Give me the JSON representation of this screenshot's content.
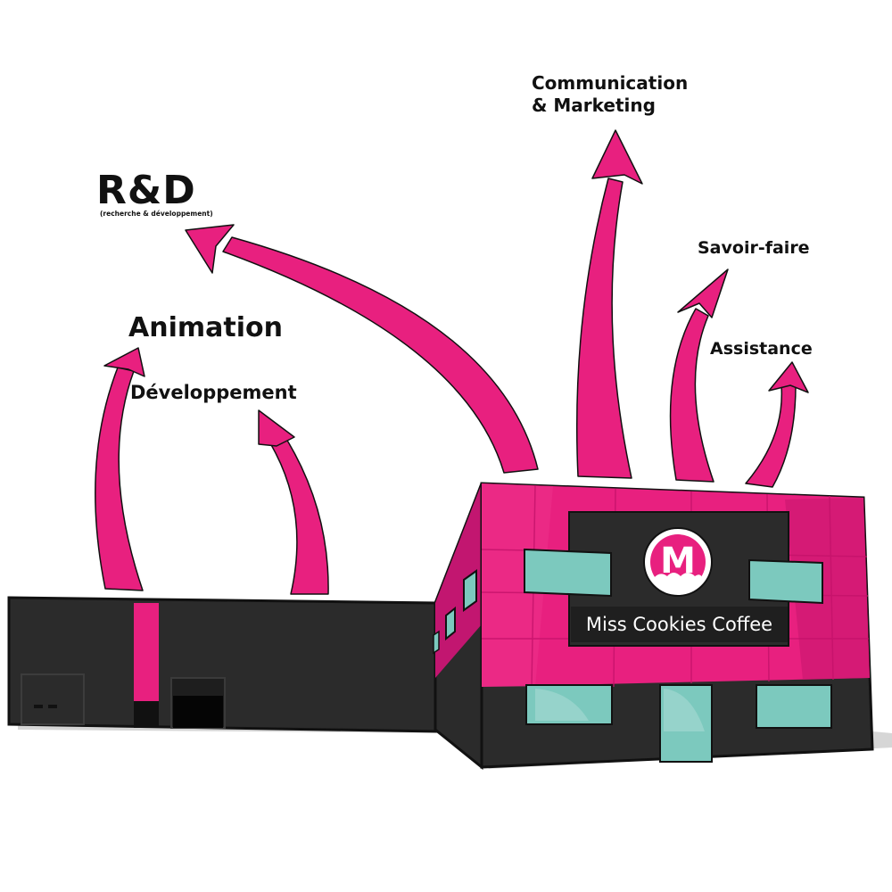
{
  "labels": {
    "rd": "R&D",
    "rd_sub": "(recherche & développement)",
    "communication_line1": "Communication",
    "communication_line2": "& Marketing",
    "savoir_faire": "Savoir-faire",
    "animation": "Animation",
    "assistance": "Assistance",
    "developpement": "Développement"
  },
  "sign": {
    "logo_letter": "M",
    "brand_name": "Miss Cookies Coffee"
  },
  "colors": {
    "accent_pink": "#E8207F",
    "building_dark": "#2B2B2B",
    "window_teal": "#7CC9BE",
    "text": "#111111"
  }
}
